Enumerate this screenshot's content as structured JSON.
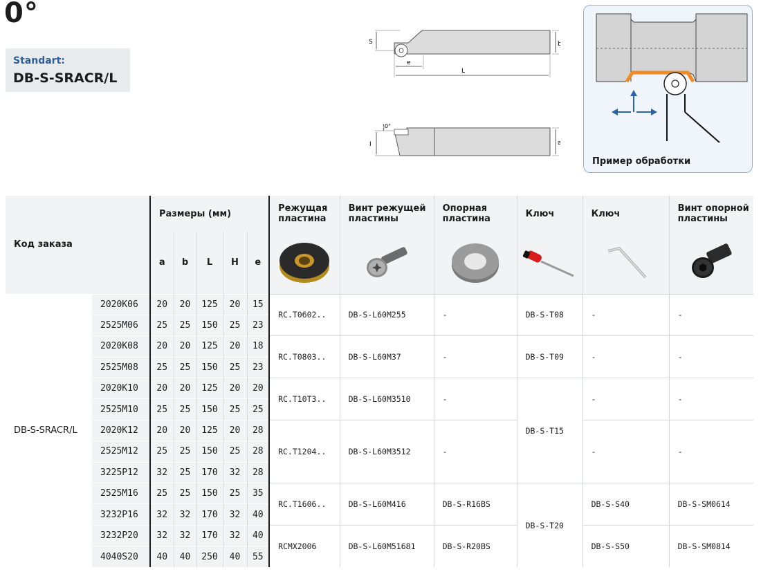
{
  "header": {
    "angle_title": "0°",
    "standart_label": "Standart:",
    "standart_code": "DB-S-SRACR/L"
  },
  "drawing": {
    "dim_S": "S",
    "dim_b": "b",
    "dim_e": "e",
    "dim_L": "L",
    "dim_angle": "0°",
    "dim_I": "I",
    "dim_a": "a"
  },
  "example": {
    "label": "Пример обработки"
  },
  "table": {
    "order_code_header": "Код заказа",
    "dimensions_header": "Размеры (мм)",
    "dim_columns": [
      "a",
      "b",
      "L",
      "H",
      "e"
    ],
    "accessory_headers": {
      "insert": "Режущая пластина",
      "insert_screw": "Винт режущей пластины",
      "shim": "Опорная пластина",
      "key1": "Ключ",
      "key2": "Ключ",
      "shim_screw": "Винт опорной пластины"
    },
    "family_code": "DB-S-SRACR/L",
    "rows": [
      {
        "code": "2020K06",
        "a": "20",
        "b": "20",
        "L": "125",
        "H": "20",
        "e": "15"
      },
      {
        "code": "2525M06",
        "a": "25",
        "b": "25",
        "L": "150",
        "H": "25",
        "e": "23"
      },
      {
        "code": "2020K08",
        "a": "20",
        "b": "20",
        "L": "125",
        "H": "20",
        "e": "18"
      },
      {
        "code": "2525M08",
        "a": "25",
        "b": "25",
        "L": "150",
        "H": "25",
        "e": "23"
      },
      {
        "code": "2020K10",
        "a": "20",
        "b": "20",
        "L": "125",
        "H": "20",
        "e": "20"
      },
      {
        "code": "2525M10",
        "a": "25",
        "b": "25",
        "L": "150",
        "H": "25",
        "e": "25"
      },
      {
        "code": "2020K12",
        "a": "20",
        "b": "20",
        "L": "125",
        "H": "20",
        "e": "28"
      },
      {
        "code": "2525M12",
        "a": "25",
        "b": "25",
        "L": "150",
        "H": "25",
        "e": "28"
      },
      {
        "code": "3225P12",
        "a": "32",
        "b": "25",
        "L": "170",
        "H": "32",
        "e": "28"
      },
      {
        "code": "2525M16",
        "a": "25",
        "b": "25",
        "L": "150",
        "H": "25",
        "e": "35"
      },
      {
        "code": "3232P16",
        "a": "32",
        "b": "32",
        "L": "170",
        "H": "32",
        "e": "40"
      },
      {
        "code": "3232P20",
        "a": "32",
        "b": "32",
        "L": "170",
        "H": "32",
        "e": "40"
      },
      {
        "code": "4040S20",
        "a": "40",
        "b": "40",
        "L": "250",
        "H": "40",
        "e": "55"
      }
    ],
    "groups": [
      {
        "insert": "RC.T0602..",
        "insert_screw": "DB-S-L60M255",
        "shim": "-",
        "key2": "-",
        "shim_screw": "-"
      },
      {
        "insert": "RC.T0803..",
        "insert_screw": "DB-S-L60M37",
        "shim": "-",
        "key2": "-",
        "shim_screw": "-"
      },
      {
        "insert": "RC.T10T3..",
        "insert_screw": "DB-S-L60M3510",
        "shim": "-",
        "key2": "-",
        "shim_screw": "-"
      },
      {
        "insert": "RC.T1204..",
        "insert_screw": "DB-S-L60M3512",
        "shim": "-",
        "key2": "-",
        "shim_screw": "-"
      },
      {
        "insert": "RC.T1606..",
        "insert_screw": "DB-S-L60M416",
        "shim": "DB-S-R16BS",
        "key2": "DB-S-S40",
        "shim_screw": "DB-S-SM0614"
      },
      {
        "insert": "RCMX2006",
        "insert_screw": "DB-S-L60M51681",
        "shim": "DB-S-R20BS",
        "key2": "DB-S-S50",
        "shim_screw": "DB-S-SM0814"
      }
    ],
    "key1_values": [
      "DB-S-T08",
      "DB-S-T09",
      "DB-S-T15",
      "DB-S-T20"
    ]
  }
}
